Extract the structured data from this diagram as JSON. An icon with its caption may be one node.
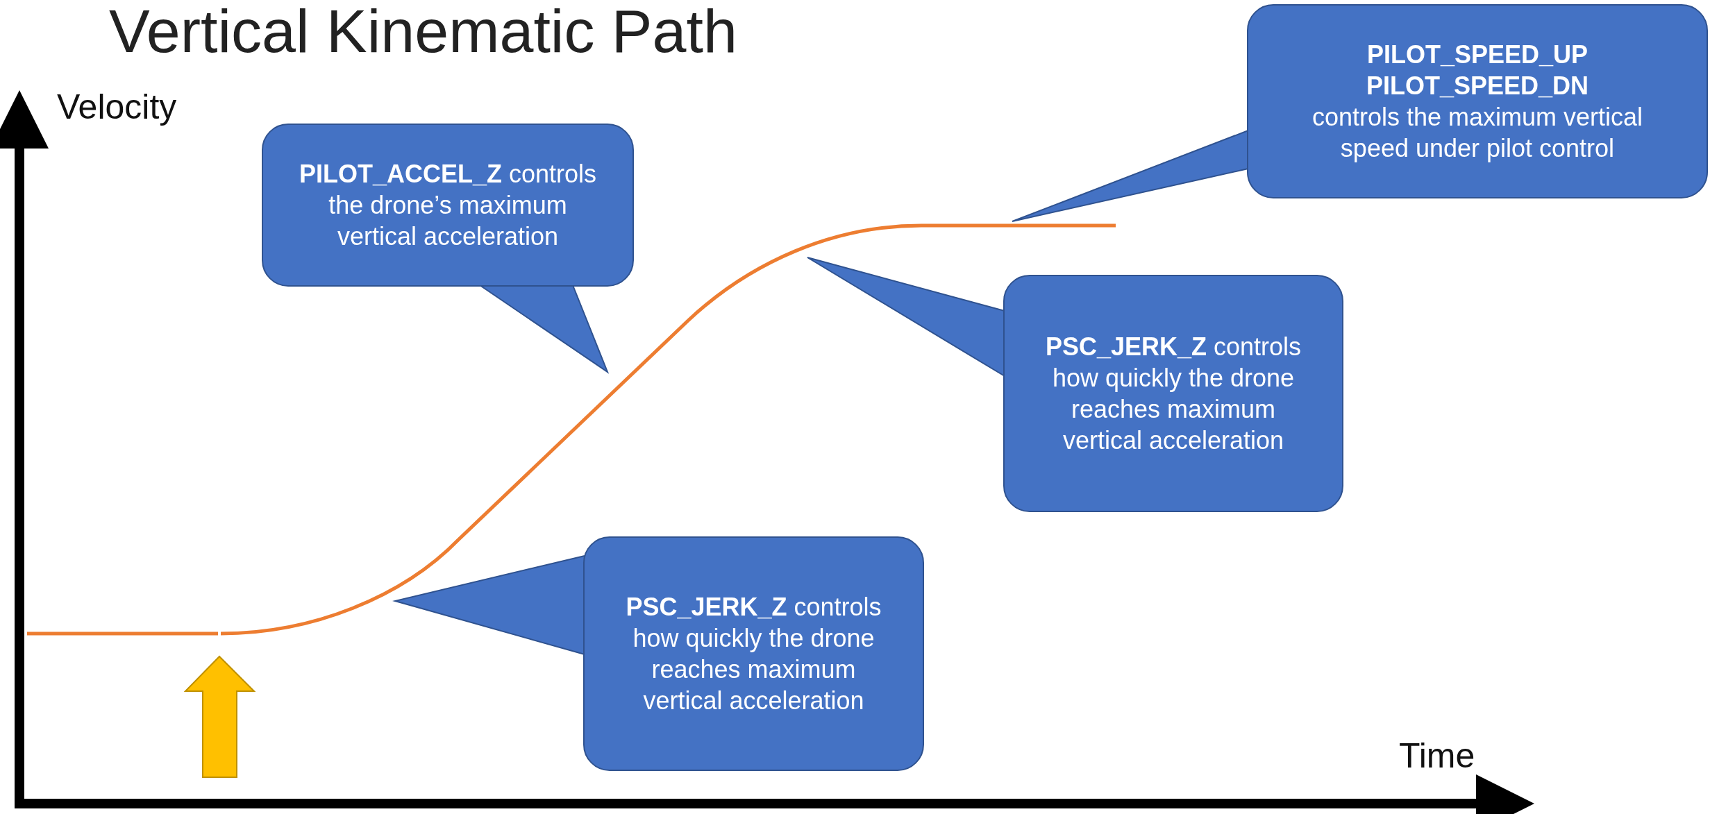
{
  "diagram": {
    "title": "Vertical Kinematic Path",
    "nodes": [
      {
        "text": [
          "**PILOT_ACCEL_Z** controls the drone’s maximum vertical acceleration"
        ]
      },
      {
        "text": [
          "**PILOT_SPEED_UP**",
          "**PILOT_SPEED_DN**",
          "controls the maximum vertical speed under pilot control"
        ]
      },
      {
        "text": [
          "**PSC_JERK_Z** controls how quickly the drone reaches maximum vertical acceleration"
        ]
      },
      {
        "text": [
          "**PSC_JERK_Z** controls how quickly the drone reaches maximum vertical acceleration"
        ]
      }
    ],
    "labels": [
      "Velocity",
      "Time"
    ]
  }
}
